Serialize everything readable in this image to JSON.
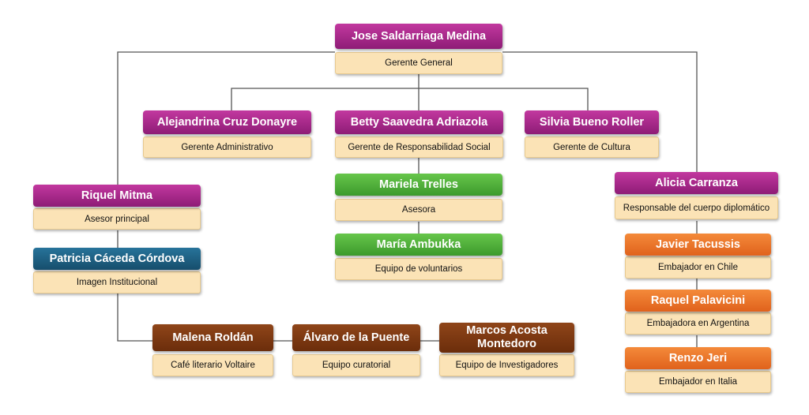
{
  "nodes": [
    {
      "id": "jose",
      "name": "Jose Saldarriaga Medina",
      "role": "Gerente General",
      "color": "#a02a88"
    },
    {
      "id": "alejandrina",
      "name": "Alejandrina Cruz Donayre",
      "role": "Gerente Administrativo",
      "color": "#a02a88"
    },
    {
      "id": "betty",
      "name": "Betty Saavedra Adriazola",
      "role": "Gerente de Responsabilidad Social",
      "color": "#a02a88"
    },
    {
      "id": "silvia",
      "name": "Silvia Bueno Roller",
      "role": "Gerente de Cultura",
      "color": "#a02a88"
    },
    {
      "id": "riquel",
      "name": "Riquel Mitma",
      "role": "Asesor principal",
      "color": "#a02a88"
    },
    {
      "id": "alicia",
      "name": "Alicia Carranza",
      "role": "Responsable del cuerpo diplomático",
      "color": "#a02a88"
    },
    {
      "id": "mariela",
      "name": "Mariela Trelles",
      "role": "Asesora",
      "color": "#4caf37"
    },
    {
      "id": "maria",
      "name": "María Ambukka",
      "role": "Equipo de voluntarios",
      "color": "#4caf37"
    },
    {
      "id": "patricia",
      "name": "Patricia Cáceda Córdova",
      "role": "Imagen Institucional",
      "color": "#1d5f82"
    },
    {
      "id": "malena",
      "name": "Malena Roldán",
      "role": "Café literario Voltaire",
      "color": "#7a3510"
    },
    {
      "id": "alvaro",
      "name": "Álvaro de la Puente",
      "role": "Equipo curatorial",
      "color": "#7a3510"
    },
    {
      "id": "marcos",
      "name": "Marcos Acosta Montedoro",
      "role": "Equipo de Investigadores",
      "color": "#7a3510"
    },
    {
      "id": "javier",
      "name": "Javier Tacussis",
      "role": "Embajador en Chile",
      "color": "#ee7329"
    },
    {
      "id": "raquel",
      "name": "Raquel Palavicini",
      "role": "Embajadora en Argentina",
      "color": "#ee7329"
    },
    {
      "id": "renzo",
      "name": "Renzo Jeri",
      "role": "Embajador en Italia",
      "color": "#ee7329"
    }
  ]
}
